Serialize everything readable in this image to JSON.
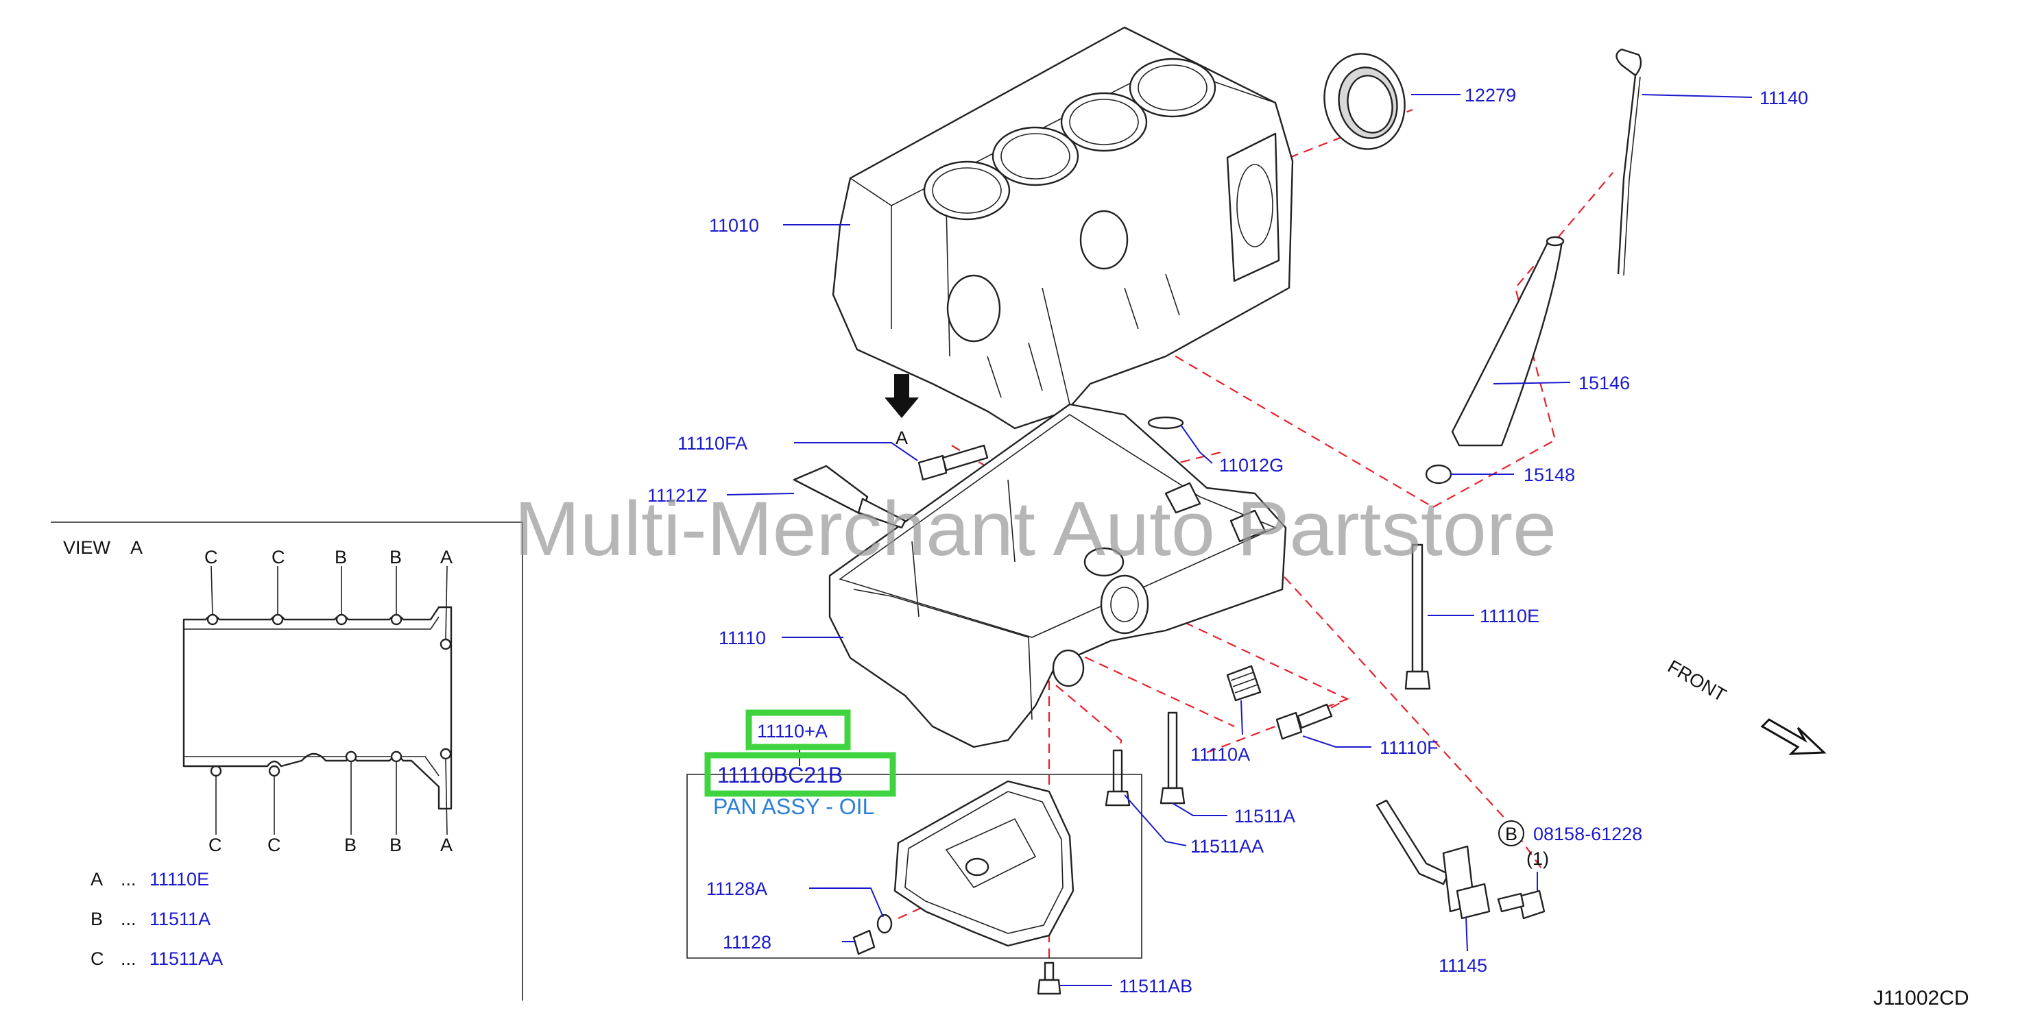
{
  "diagram_code": "J11002CD",
  "watermark": "Multi-Merchant Auto Partstore",
  "front_label": "FRONT",
  "view_a": {
    "title": "VIEW",
    "letter": "A",
    "top_markers": [
      "C",
      "C",
      "B",
      "B",
      "A"
    ],
    "bottom_markers": [
      "C",
      "C",
      "B",
      "B",
      "A"
    ]
  },
  "legend": [
    {
      "key": "A",
      "dots": "...",
      "part": "11110E"
    },
    {
      "key": "B",
      "dots": "...",
      "part": "11511A"
    },
    {
      "key": "C",
      "dots": "...",
      "part": "11511AA"
    }
  ],
  "arrow_label": "A",
  "parts": {
    "p11010": "11010",
    "p12279": "12279",
    "p11140": "11140",
    "p15146": "15146",
    "p15148": "15148",
    "p11110FA": "11110FA",
    "p11121Z": "11121Z",
    "p11012G": "11012G",
    "p11110": "11110",
    "p11110E": "11110E",
    "p11110A": "11110A",
    "p11110F": "11110F",
    "p11511A": "11511A",
    "p11511AA": "11511AA",
    "p11128A": "11128A",
    "p11128": "11128",
    "p11511AB": "11511AB",
    "p11145": "11145",
    "p08158": "08158-61228",
    "bolt_circle": "B",
    "bolt_qty": "(1)"
  },
  "highlighted": {
    "ref": "11110+A",
    "part_number": "11110BC21B",
    "description": "PAN ASSY - OIL",
    "highlight_color": "#3fd43f"
  }
}
